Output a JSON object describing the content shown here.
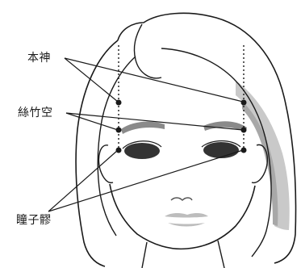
{
  "labels": {
    "benshen": "本神",
    "sizhukong": "絲竹空",
    "tongziliao": "瞳子髎"
  },
  "colors": {
    "ink": "#1a1a1a",
    "hair_shade": "#c9c9c9",
    "hair_shade_dark": "#a8a8a8",
    "eye_fill": "#333333",
    "brow_fill": "#8a8a8a",
    "lip_fill": "#bdbdbd"
  }
}
